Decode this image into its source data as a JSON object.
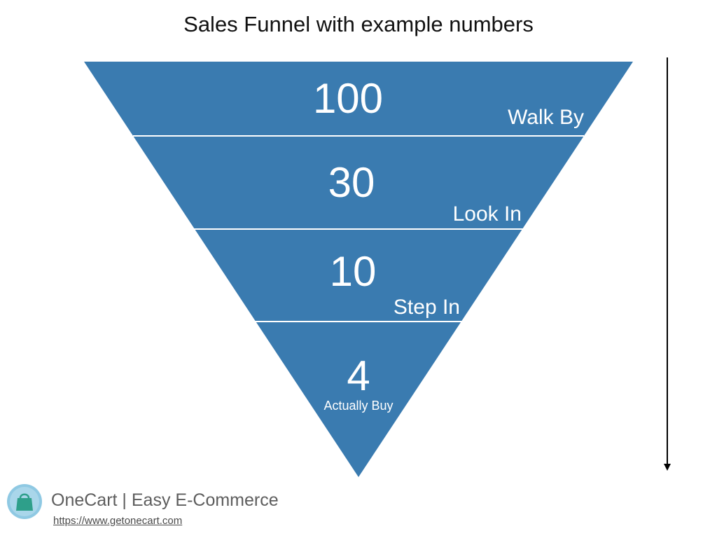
{
  "title": "Sales Funnel with example numbers",
  "colors": {
    "funnel_fill": "#3a7bb0",
    "divider": "#ffffff",
    "arrow": "#000000",
    "logo_circle": "#8fc9e3",
    "logo_bag": "#2e9f8a"
  },
  "funnel": {
    "stages": [
      {
        "value": "100",
        "label": "Walk By"
      },
      {
        "value": "30",
        "label": "Look In"
      },
      {
        "value": "10",
        "label": "Step In"
      },
      {
        "value": "4",
        "label": "Actually Buy"
      }
    ]
  },
  "footer": {
    "logo_icon": "shopping-bag-icon",
    "brand": "OneCart | Easy E-Commerce",
    "url": "https://www.getonecart.com"
  }
}
